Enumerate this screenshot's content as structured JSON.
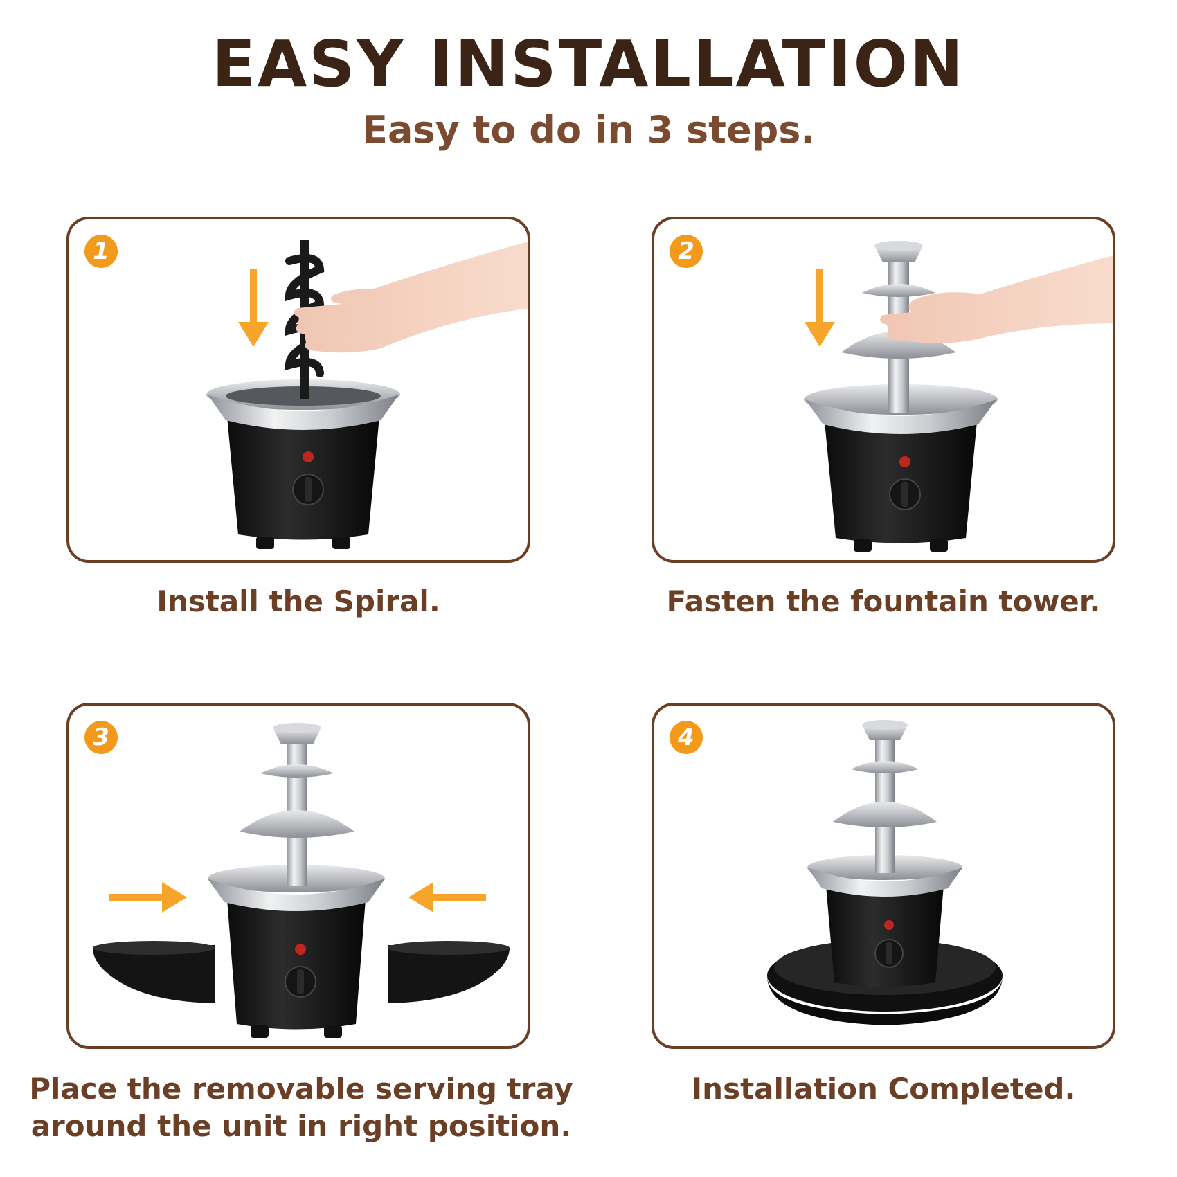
{
  "title": "EASY INSTALLATION",
  "subtitle": "Easy to do in 3 steps.",
  "steps": [
    {
      "number": "1",
      "caption": "Install the Spiral."
    },
    {
      "number": "2",
      "caption": "Fasten the fountain tower."
    },
    {
      "number": "3",
      "caption_line1": "Place the removable serving tray",
      "caption_line2": "around the unit in right position."
    },
    {
      "number": "4",
      "caption": "Installation Completed."
    }
  ],
  "colors": {
    "title": "#3b2316",
    "text": "#6b3f26",
    "badge": "#f39a1c",
    "arrow": "#f7a52a",
    "border": "#6b3f26"
  },
  "icons": {
    "step_badge": "numbered-circle",
    "direction": "arrow-icon"
  }
}
